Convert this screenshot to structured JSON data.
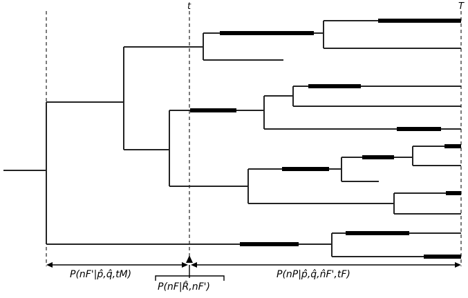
{
  "markers": {
    "t": "t",
    "T": "T"
  },
  "annotations": {
    "left": "P(nF'|p̂,q̂,tM)",
    "middle": "P(nF|R̂,nF')",
    "right": "P(nP|p̂,q̂,n̂F',tF)"
  }
}
